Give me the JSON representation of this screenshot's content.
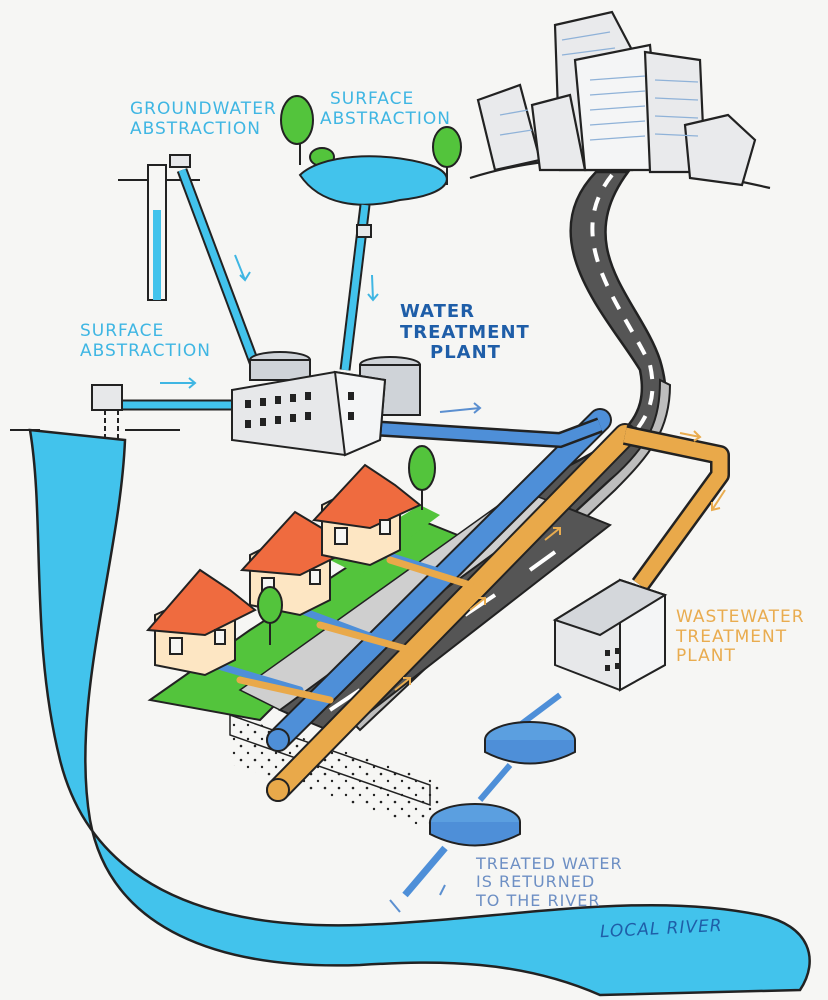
{
  "labels": {
    "groundwater_abstraction": [
      "GROUNDWATER",
      "ABSTRACTION"
    ],
    "surface_abstraction_top": [
      "SURFACE",
      "ABSTRACTION"
    ],
    "surface_abstraction_left": [
      "SURFACE",
      "ABSTRACTION"
    ],
    "water_treatment_plant": [
      "WATER",
      "TREATMENT",
      "PLANT"
    ],
    "wastewater_treatment_plant": [
      "WASTEWATER",
      "TREATMENT",
      "PLANT"
    ],
    "treated_water": [
      "TREATED WATER",
      "IS RETURNED",
      "TO THE RIVER"
    ],
    "local_river": "LOCAL RIVER"
  },
  "colors": {
    "river": "#42c3ec",
    "clean_pipe": "#4e8fd8",
    "waste_pipe": "#e9a94a",
    "roof": "#ef6b3f",
    "grass": "#53c43c",
    "road": "#5a5a5a",
    "building": "#e7e8ea"
  }
}
